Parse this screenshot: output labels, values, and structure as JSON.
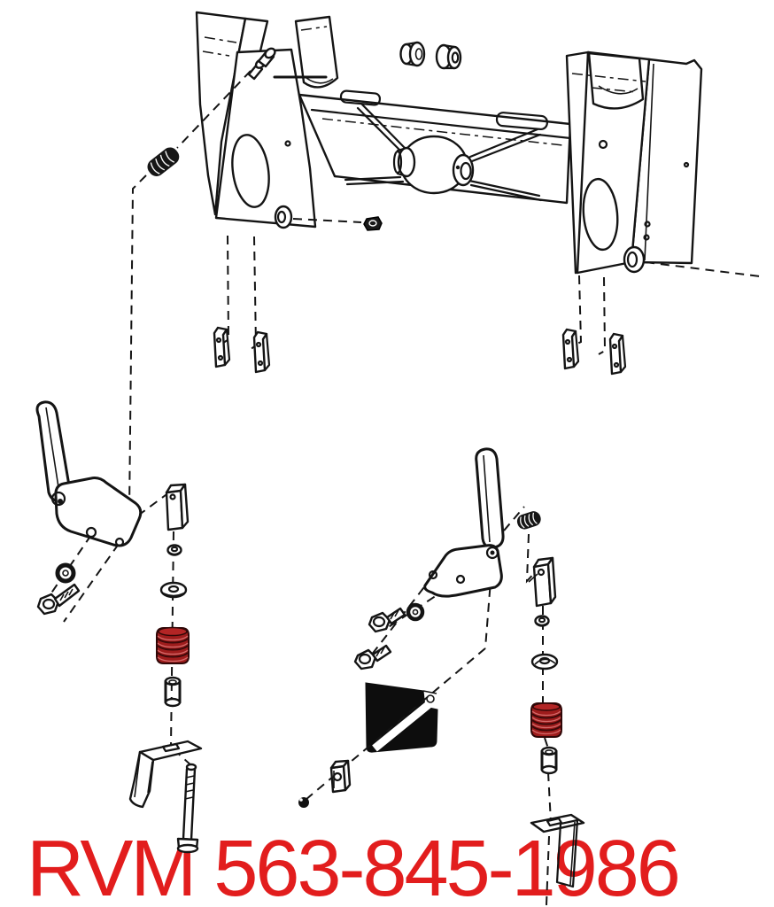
{
  "page": {
    "background": "#ffffff"
  },
  "caption": {
    "text": "RVM 563-845-1986",
    "color": "#e21d1d"
  },
  "diagram": {
    "type": "exploded-parts-diagram",
    "subject": "skid-steer quick-attach mounting frame with wedge lock levers",
    "ink_color": "#141414",
    "highlight_color": "#9e1c1c",
    "parts": [
      {
        "name": "mount-frame-left-upright",
        "highlighted": false
      },
      {
        "name": "mount-frame-right-upright",
        "highlighted": false
      },
      {
        "name": "crossbar-with-x-brace",
        "highlighted": false
      },
      {
        "name": "center-pivot-ball-and-bushings",
        "highlighted": false
      },
      {
        "name": "flanged-bushing-pair-top",
        "highlighted": false
      },
      {
        "name": "grease-fitting-pin",
        "highlighted": false
      },
      {
        "name": "coil-spring-top-left",
        "highlighted": false
      },
      {
        "name": "wedge-guide-plate",
        "count": 4,
        "highlighted": false
      },
      {
        "name": "lock-lever-left",
        "highlighted": false
      },
      {
        "name": "lock-lever-center",
        "highlighted": false
      },
      {
        "name": "compression-spring-left",
        "highlighted": true
      },
      {
        "name": "compression-spring-right",
        "highlighted": true
      },
      {
        "name": "coil-spring-center",
        "highlighted": false
      },
      {
        "name": "spacer-block-left",
        "highlighted": false
      },
      {
        "name": "spacer-block-right",
        "highlighted": false
      },
      {
        "name": "roller-bushing-left",
        "highlighted": false
      },
      {
        "name": "roller-bushing-right",
        "highlighted": false
      },
      {
        "name": "lock-wedge-left",
        "highlighted": false
      },
      {
        "name": "lock-wedge-right",
        "highlighted": false
      },
      {
        "name": "wear-plate-black",
        "highlighted": false
      },
      {
        "name": "clamp-block",
        "highlighted": false
      },
      {
        "name": "hex-bolts",
        "count": 3,
        "highlighted": false
      },
      {
        "name": "washers-and-nuts",
        "highlighted": false
      },
      {
        "name": "long-pivot-bolt",
        "highlighted": false
      }
    ]
  }
}
